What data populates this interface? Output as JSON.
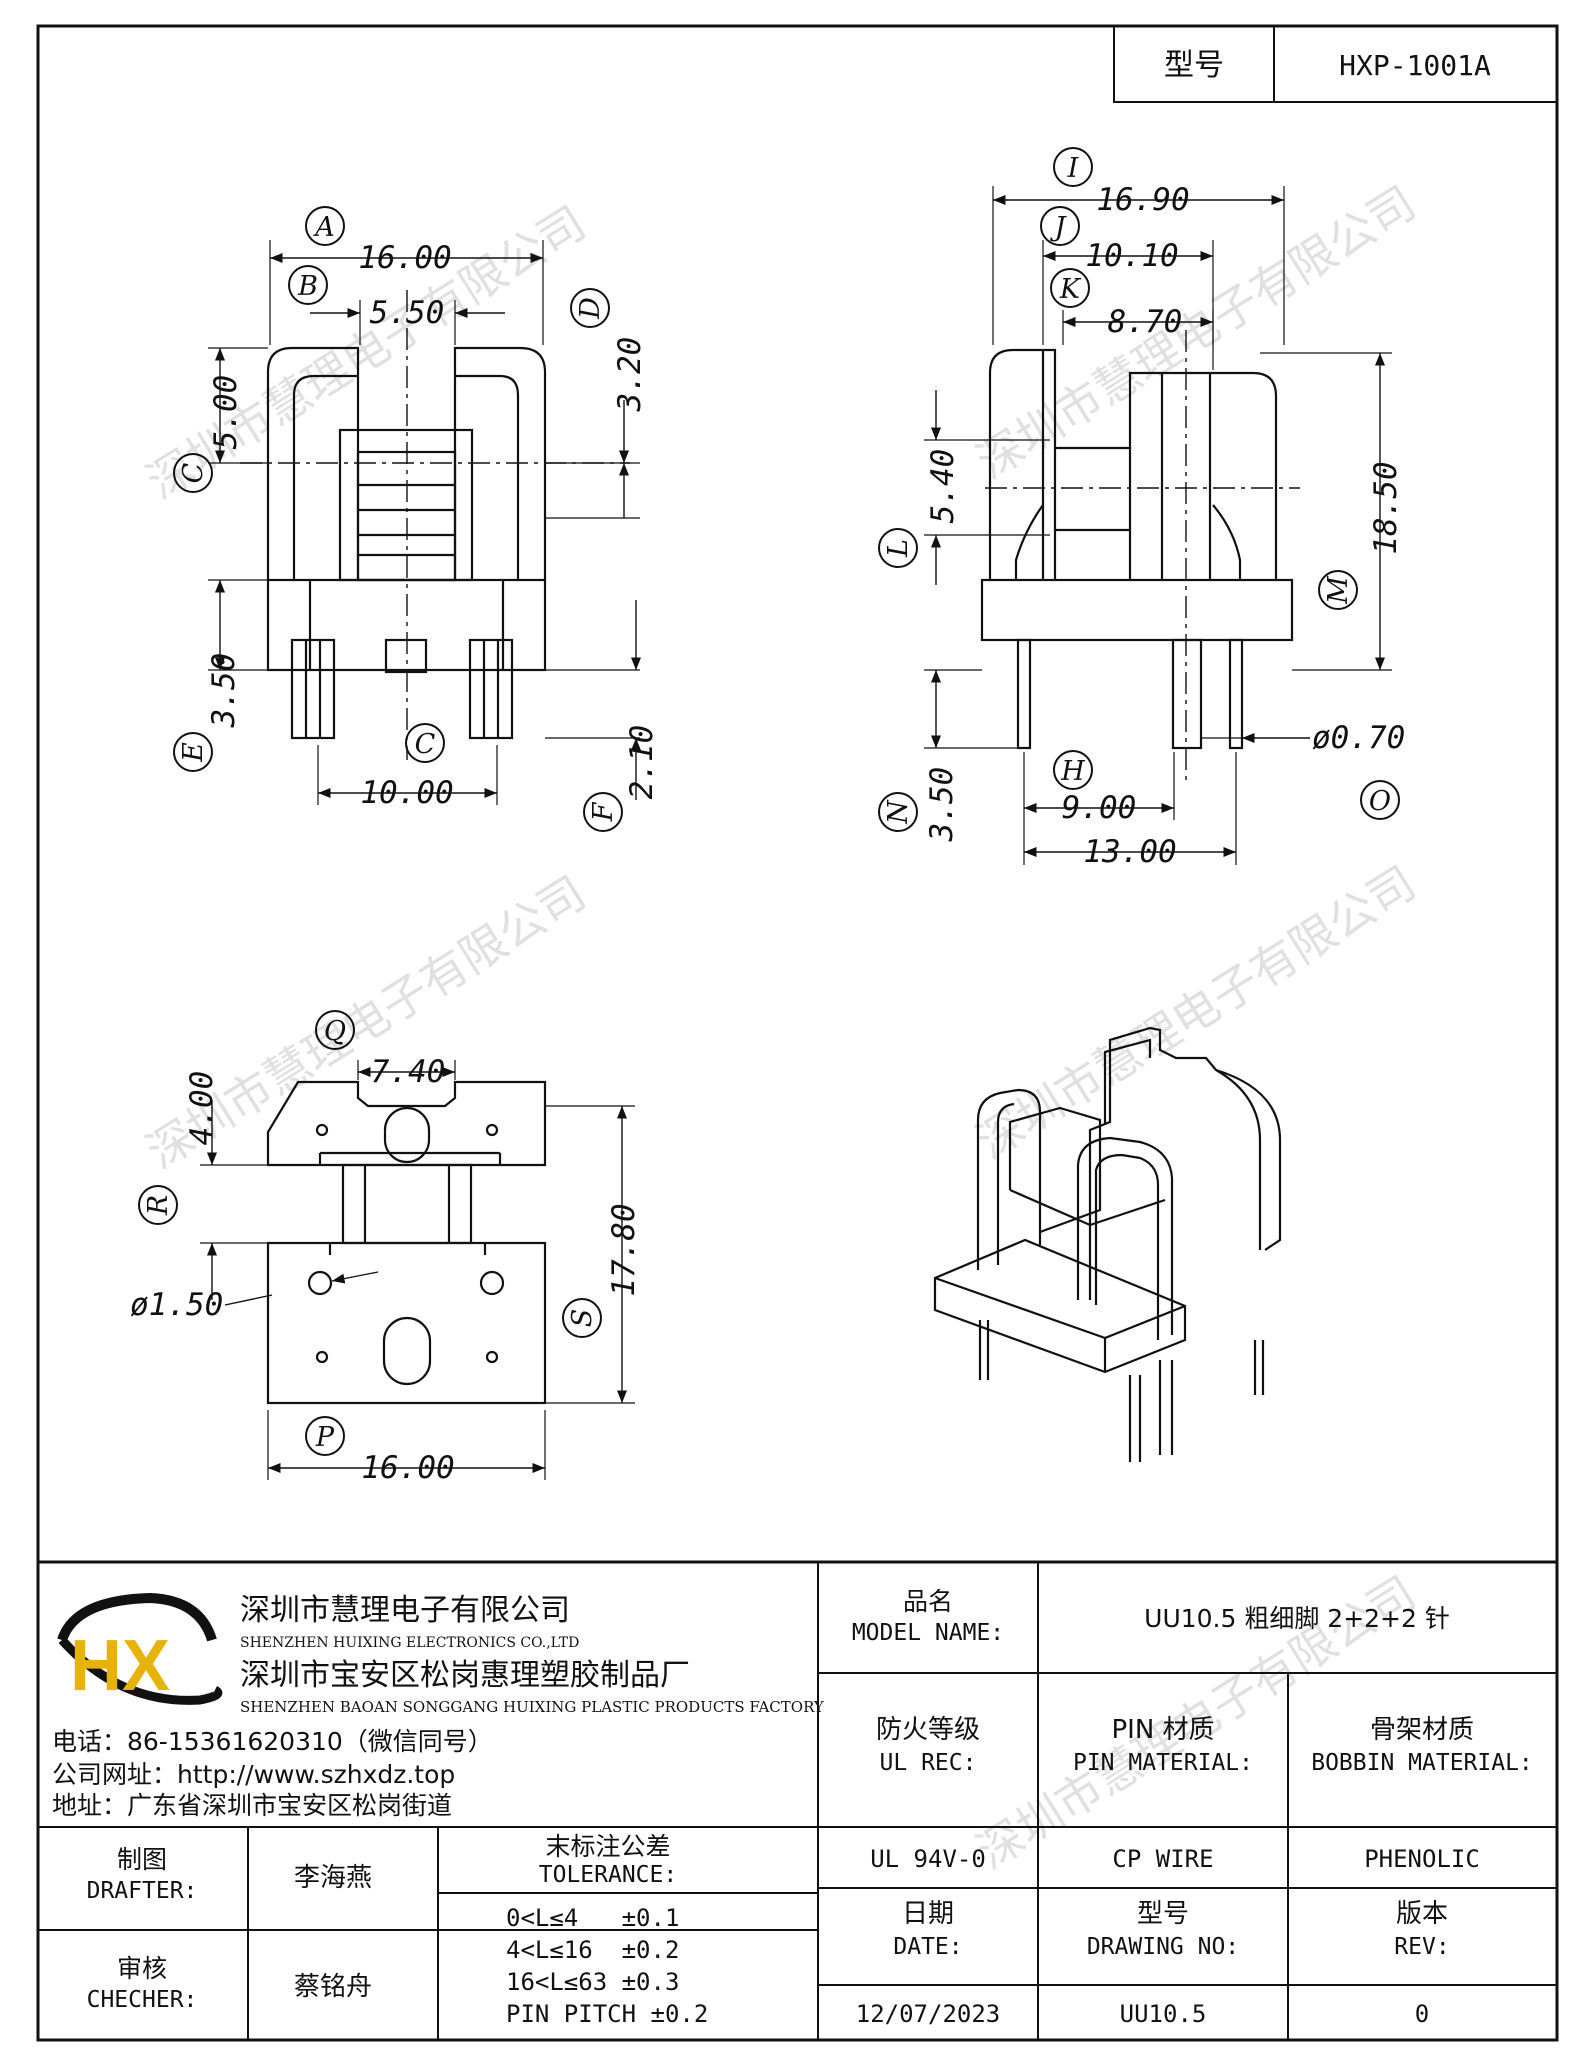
{
  "model_header": {
    "label": "型号",
    "value": "HXP-1001A"
  },
  "watermark": "深圳市慧理电子有限公司",
  "front_view": {
    "callouts": {
      "a": "A",
      "b": "B",
      "c": "C",
      "c2": "C",
      "d": "D",
      "e": "E",
      "f": "F"
    },
    "dims": {
      "a": "16.00",
      "b": "5.50",
      "c": "5.00",
      "d": "3.20",
      "e": "3.50",
      "f": "2.10",
      "g": "10.00"
    }
  },
  "side_view": {
    "callouts": {
      "i": "I",
      "j": "J",
      "k": "K",
      "l": "L",
      "m": "M",
      "n": "N",
      "h": "H",
      "o": "O"
    },
    "dims": {
      "i": "16.90",
      "j": "10.10",
      "k": "8.70",
      "l": "5.40",
      "m": "18.50",
      "n": "3.50",
      "h": "9.00",
      "o": "13.00",
      "pin": "ø0.70"
    }
  },
  "bottom_view": {
    "callouts": {
      "q": "Q",
      "r": "R",
      "s": "S",
      "p": "P"
    },
    "dims": {
      "q": "7.40",
      "r": "4.00",
      "s": "17.80",
      "p": "16.00",
      "hole": "ø1.50"
    }
  },
  "company": {
    "logo": "HX",
    "name_cn": "深圳市慧理电子有限公司",
    "name_en": "SHENZHEN HUIXING ELECTRONICS CO.,LTD",
    "factory_cn": "深圳市宝安区松岗惠理塑胶制品厂",
    "factory_en": "SHENZHEN BAOAN SONGGANG HUIXING PLASTIC PRODUCTS FACTORY",
    "phone": "电话：86-15361620310（微信同号）",
    "website": "公司网址：http://www.szhxdz.top",
    "address": "地址：广东省深圳市宝安区松岗街道"
  },
  "title_block": {
    "model_name_cn": "品名",
    "model_name_en": "MODEL NAME:",
    "model_name_value": "UU10.5 粗细脚 2+2+2 针",
    "ul_cn": "防火等级",
    "ul_en": "UL REC:",
    "pin_cn": "PIN 材质",
    "pin_en": "PIN MATERIAL:",
    "bobbin_cn": "骨架材质",
    "bobbin_en": "BOBBIN MATERIAL:",
    "ul_value": "UL 94V-0",
    "pin_value": "CP WIRE",
    "bobbin_value": "PHENOLIC",
    "drafter_cn": "制图",
    "drafter_en": "DRAFTER:",
    "drafter_name": "李海燕",
    "checker_cn": "审核",
    "checker_en": "CHECHER:",
    "checker_name": "蔡铭舟",
    "tolerance_cn": "末标注公差",
    "tolerance_en": "TOLERANCE:",
    "tolerance_rows": [
      "0<L≤4   ±0.1",
      "4<L≤16  ±0.2",
      "16<L≤63 ±0.3",
      "PIN PITCH ±0.2"
    ],
    "date_cn": "日期",
    "date_en": "DATE:",
    "date_value": "12/07/2023",
    "drawing_cn": "型号",
    "drawing_en": "DRAWING NO:",
    "drawing_value": "UU10.5",
    "rev_cn": "版本",
    "rev_en": "REV:",
    "rev_value": "0"
  }
}
